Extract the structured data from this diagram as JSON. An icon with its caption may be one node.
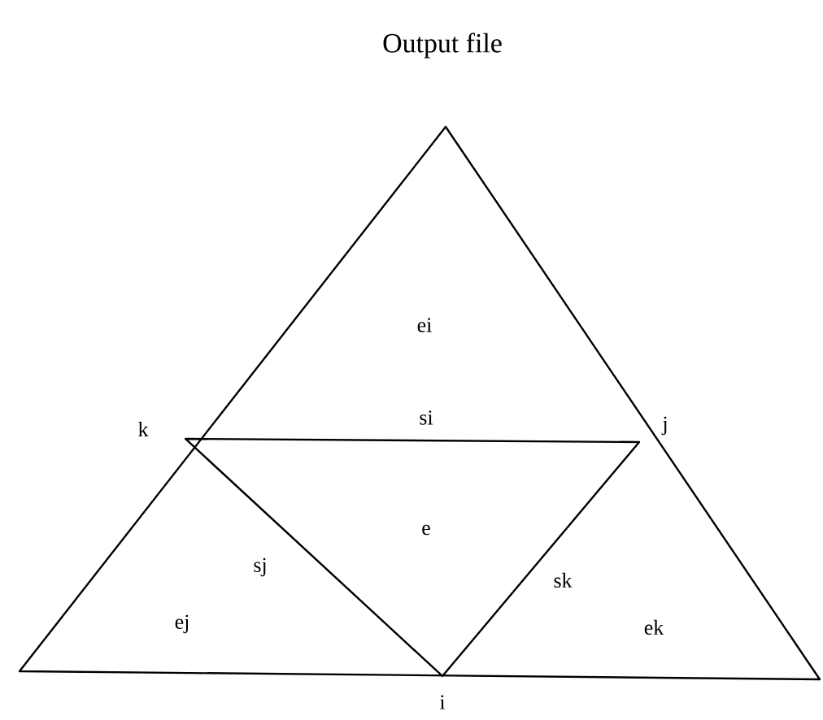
{
  "diagram": {
    "title": "Output file",
    "labels": [
      "ei",
      "k",
      "si",
      "j",
      "e",
      "sj",
      "sk",
      "ej",
      "ek",
      "i"
    ]
  }
}
